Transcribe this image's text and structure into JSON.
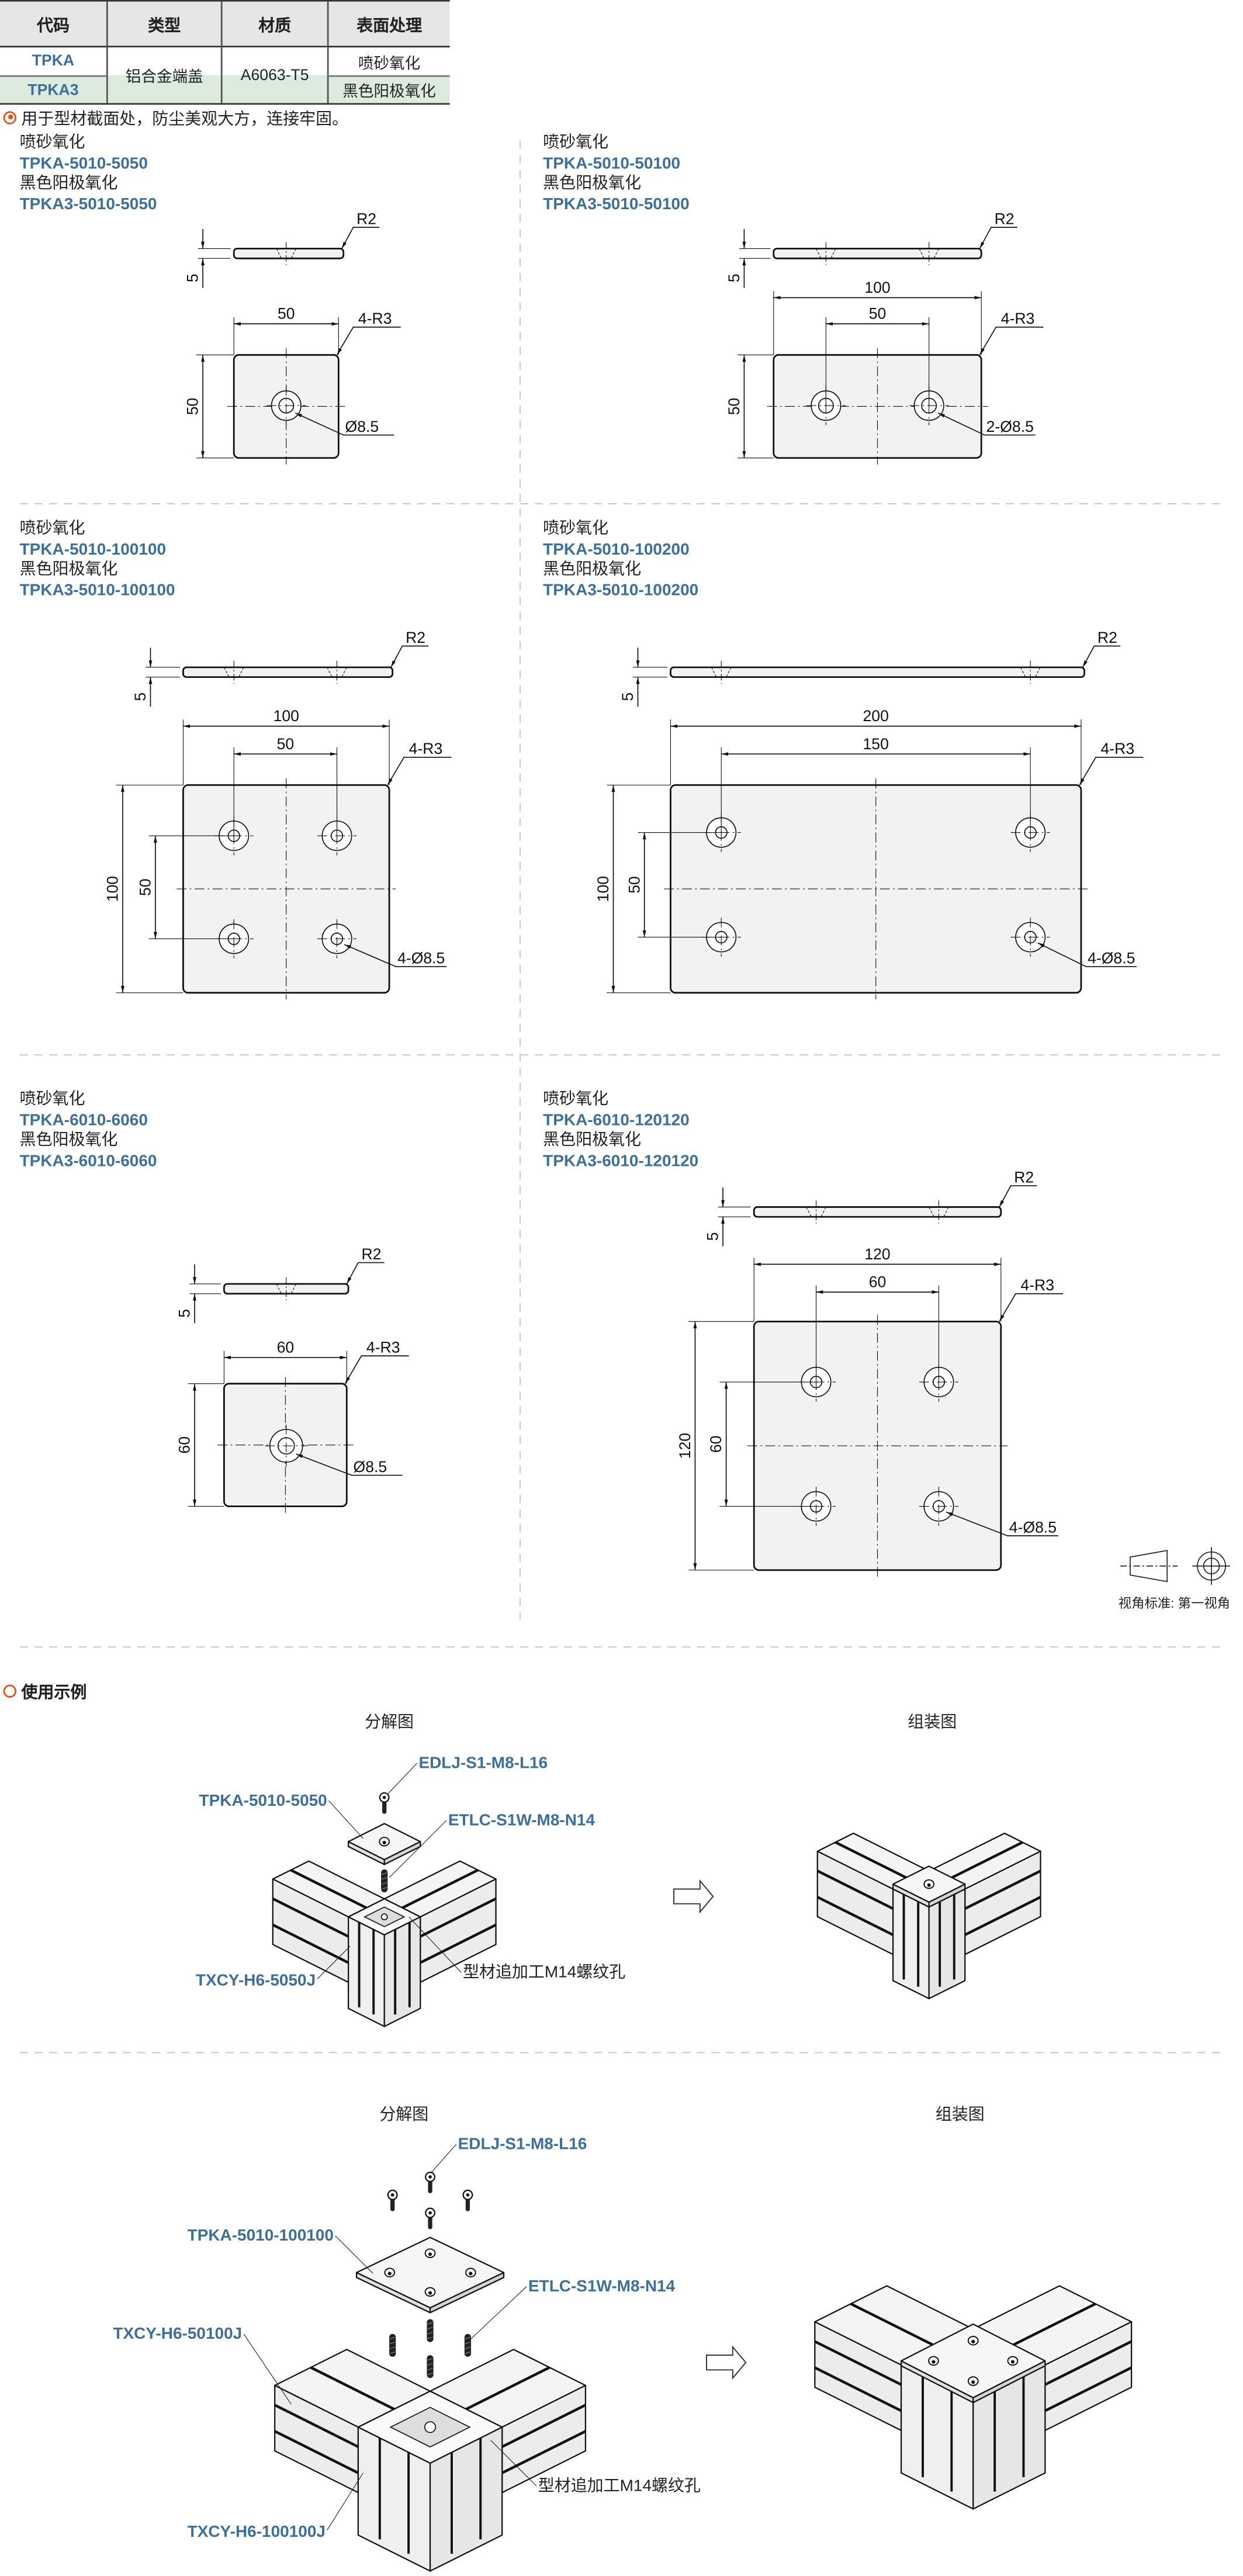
{
  "table": {
    "headers": [
      "代码",
      "类型",
      "材质",
      "表面处理"
    ],
    "type": "铝合金端盖",
    "material": "A6063-T5",
    "rows": [
      {
        "code": "TPKA",
        "surface": "喷砂氧化"
      },
      {
        "code": "TPKA3",
        "surface": "黑色阳极氧化"
      }
    ]
  },
  "description": "用于型材截面处，防尘美观大方，连接牢固。",
  "drawings": [
    {
      "surface1": "喷砂氧化",
      "code1": "TPKA-5010-5050",
      "surface2": "黑色阳极氧化",
      "code2": "TPKA3-5010-5050",
      "r2": "R2",
      "thickness": "5",
      "top": [
        "50"
      ],
      "left": [
        "50"
      ],
      "corner": "4-R3",
      "hole": "Ø8.5"
    },
    {
      "surface1": "喷砂氧化",
      "code1": "TPKA-5010-50100",
      "surface2": "黑色阳极氧化",
      "code2": "TPKA3-5010-50100",
      "r2": "R2",
      "thickness": "5",
      "top": [
        "100",
        "50"
      ],
      "left": [
        "50"
      ],
      "corner": "4-R3",
      "hole": "2-Ø8.5"
    },
    {
      "surface1": "喷砂氧化",
      "code1": "TPKA-5010-100100",
      "surface2": "黑色阳极氧化",
      "code2": "TPKA3-5010-100100",
      "r2": "R2",
      "thickness": "5",
      "top": [
        "100",
        "50"
      ],
      "left": [
        "100",
        "50"
      ],
      "corner": "4-R3",
      "hole": "4-Ø8.5"
    },
    {
      "surface1": "喷砂氧化",
      "code1": "TPKA-5010-100200",
      "surface2": "黑色阳极氧化",
      "code2": "TPKA3-5010-100200",
      "r2": "R2",
      "thickness": "5",
      "top": [
        "200",
        "150"
      ],
      "left": [
        "100",
        "50"
      ],
      "corner": "4-R3",
      "hole": "4-Ø8.5"
    },
    {
      "surface1": "喷砂氧化",
      "code1": "TPKA-6010-6060",
      "surface2": "黑色阳极氧化",
      "code2": "TPKA3-6010-6060",
      "r2": "R2",
      "thickness": "5",
      "top": [
        "60"
      ],
      "left": [
        "60"
      ],
      "corner": "4-R3",
      "hole": "Ø8.5"
    },
    {
      "surface1": "喷砂氧化",
      "code1": "TPKA-6010-120120",
      "surface2": "黑色阳极氧化",
      "code2": "TPKA3-6010-120120",
      "r2": "R2",
      "thickness": "5",
      "top": [
        "120",
        "60"
      ],
      "left": [
        "120",
        "60"
      ],
      "corner": "4-R3",
      "hole": "4-Ø8.5"
    }
  ],
  "view_standard": "视角标准: 第一视角",
  "usage": {
    "title": "使用示例",
    "examples": [
      {
        "exploded_title": "分解图",
        "assembled_title": "组装图",
        "screw": "EDLJ-S1-M8-L16",
        "plate": "TPKA-5010-5050",
        "insert": "ETLC-S1W-M8-N14",
        "profiles": [
          "TXCY-H6-5050J"
        ],
        "note": "型材追加工M14螺纹孔"
      },
      {
        "exploded_title": "分解图",
        "assembled_title": "组装图",
        "screw": "EDLJ-S1-M8-L16",
        "plate": "TPKA-5010-100100",
        "insert": "ETLC-S1W-M8-N14",
        "profiles": [
          "TXCY-H6-50100J",
          "TXCY-H6-100100J"
        ],
        "note": "型材追加工M14螺纹孔"
      }
    ]
  },
  "colors": {
    "accent": "#d9541e",
    "code_blue": "#3d6f99",
    "row_highlight": "#dcebdd",
    "header_bg": "#e6e6e6"
  }
}
